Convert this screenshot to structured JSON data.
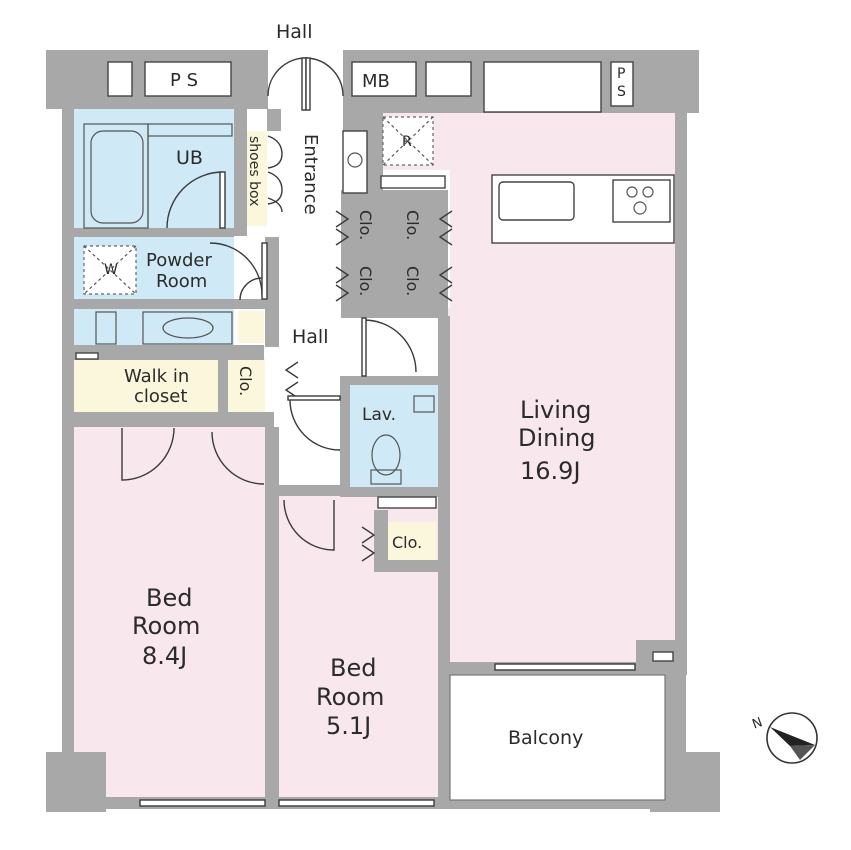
{
  "labels": {
    "hall_top": "Hall",
    "hall_mid": "Hall",
    "ps_left": "P S",
    "ps_right_1": "P",
    "ps_right_2": "S",
    "mb": "MB",
    "ub": "UB",
    "shoes_box": "shoes box",
    "entrance": "Entrance",
    "r": "R",
    "w": "W",
    "powder_1": "Powder",
    "powder_2": "Room",
    "walk_in_1": "Walk in",
    "walk_in_2": "closet",
    "clo": "Clo.",
    "lav": "Lav.",
    "living_1": "Living",
    "living_2": "Dining",
    "living_3": "16.9J",
    "bed1_1": "Bed",
    "bed1_2": "Room",
    "bed1_3": "8.4J",
    "bed2_1": "Bed",
    "bed2_2": "Room",
    "bed2_3": "5.1J",
    "balcony": "Balcony",
    "compass": "N"
  },
  "colors": {
    "wall": "#a8a8a8",
    "pink_room": "#f8e8ee",
    "wet_area": "#cfe9f6",
    "closet": "#fbf7dc",
    "floor": "#ffffff"
  },
  "icons": [
    "compass-icon",
    "stove-icon",
    "bathtub-icon",
    "toilet-icon",
    "sink-icon"
  ]
}
